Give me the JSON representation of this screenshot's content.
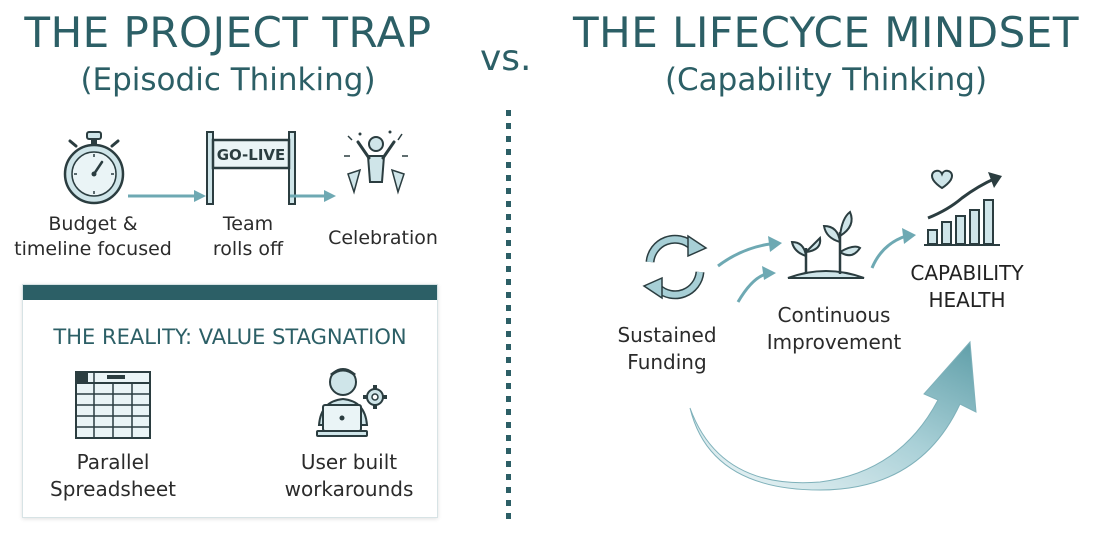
{
  "left": {
    "title": "THE PROJECT TRAP",
    "subtitle": "(Episodic Thinking)",
    "steps": [
      {
        "label_line1": "Budget &",
        "label_line2": "timeline focused",
        "icon": "stopwatch-icon"
      },
      {
        "sign_text": "GO-LIVE",
        "label_line1": "Team",
        "label_line2": "rolls off",
        "icon": "go-live-sign-icon"
      },
      {
        "label": "Celebration",
        "icon": "celebration-icon"
      }
    ],
    "reality": {
      "title": "THE REALITY: VALUE STAGNATION",
      "items": [
        {
          "label_line1": "Parallel",
          "label_line2": "Spreadsheet",
          "icon": "spreadsheet-icon"
        },
        {
          "label_line1": "User built",
          "label_line2": "workarounds",
          "icon": "user-laptop-gear-icon"
        }
      ]
    }
  },
  "vs": "vs.",
  "right": {
    "title": "THE LIFECYCE MINDSET",
    "subtitle": "(Capability Thinking)",
    "steps": [
      {
        "label_line1": "Sustained",
        "label_line2": "Funding",
        "icon": "cycle-arrows-icon"
      },
      {
        "label_line1": "Continuous",
        "label_line2": "Improvement",
        "icon": "sprouting-plants-icon"
      },
      {
        "label_line1": "CAPABILITY",
        "label_line2": "HEALTH",
        "icon": "growth-chart-heart-icon"
      }
    ]
  },
  "colors": {
    "teal_dark": "#2c5f66",
    "teal_light": "#6ea9b3",
    "teal_pale": "#cfe5e9"
  }
}
